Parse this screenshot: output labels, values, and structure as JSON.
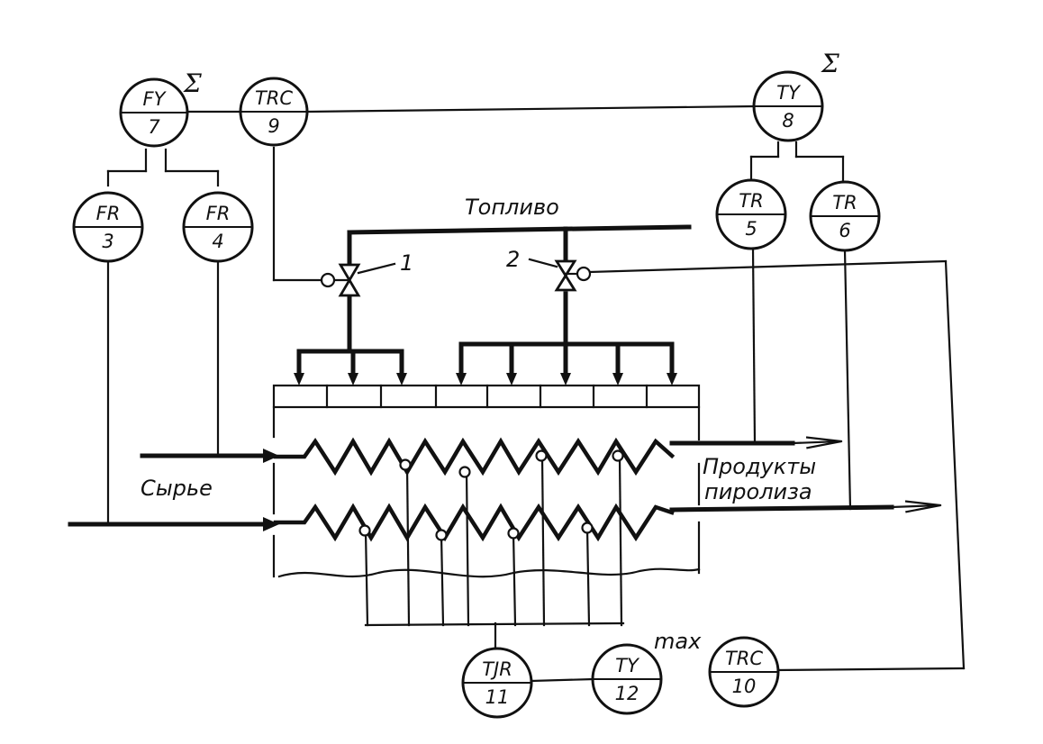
{
  "labels": {
    "fuel": "Топливо",
    "feed": "Сырье",
    "products_line1": "Продукты",
    "products_line2": "пиролиза",
    "max": "max",
    "sigma_left": "Σ",
    "sigma_right": "Σ",
    "valve1": "1",
    "valve2": "2"
  },
  "instruments": {
    "fy7": {
      "tag": "FY",
      "num": "7"
    },
    "trc9": {
      "tag": "TRC",
      "num": "9"
    },
    "ty8": {
      "tag": "TY",
      "num": "8"
    },
    "fr3": {
      "tag": "FR",
      "num": "3"
    },
    "fr4": {
      "tag": "FR",
      "num": "4"
    },
    "tr5": {
      "tag": "TR",
      "num": "5"
    },
    "tr6": {
      "tag": "TR",
      "num": "6"
    },
    "tjr11": {
      "tag": "TJR",
      "num": "11"
    },
    "ty12": {
      "tag": "TY",
      "num": "12"
    },
    "trc10": {
      "tag": "TRC",
      "num": "10"
    }
  }
}
